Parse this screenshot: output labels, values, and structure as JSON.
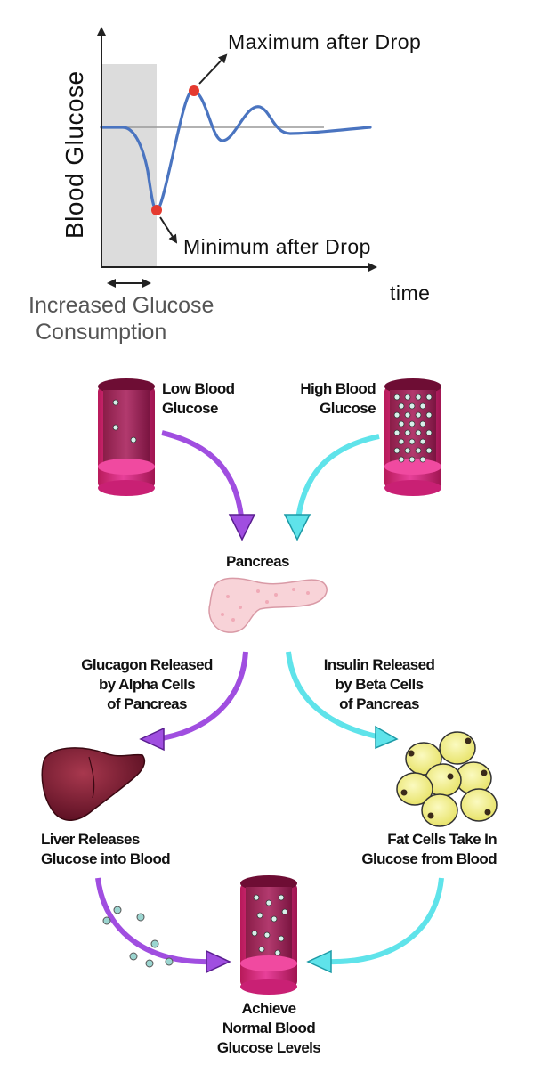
{
  "graph": {
    "y_axis_label": "Blood  Glucose",
    "x_axis_label": "time",
    "max_label": "Maximum  after Drop",
    "min_label": "Minimum  after Drop",
    "region_label_line1": "Increased Glucose",
    "region_label_line2": "Consumption",
    "colors": {
      "curve": "#4a74c0",
      "baseline": "#999999",
      "shade": "#dcdcdc",
      "marker": "#e53a2f",
      "axis": "#222222"
    }
  },
  "diagram": {
    "low_blood_glucose": [
      "Low Blood",
      "Glucose"
    ],
    "high_blood_glucose": [
      "High Blood",
      "Glucose"
    ],
    "pancreas": "Pancreas",
    "glucagon_released": [
      "Glucagon Released",
      "by Alpha Cells",
      "of Pancreas"
    ],
    "insulin_released": [
      "Insulin Released",
      "by Beta Cells",
      "of Pancreas"
    ],
    "liver_releases": [
      "Liver Releases",
      "Glucose into Blood"
    ],
    "fat_cells_take_in": [
      "Fat Cells Take In",
      "Glucose from Blood"
    ],
    "achieve_normal": [
      "Achieve",
      "Normal Blood",
      "Glucose Levels"
    ],
    "colors": {
      "purple_arrow": "#a04ee0",
      "cyan_arrow": "#5fe3ea",
      "vessel": "#e0308f",
      "vessel_dark": "#9a1140",
      "liver": "#7a1b30",
      "fat_cell": "#f4f18f",
      "pancreas": "#f8d3d8"
    }
  }
}
